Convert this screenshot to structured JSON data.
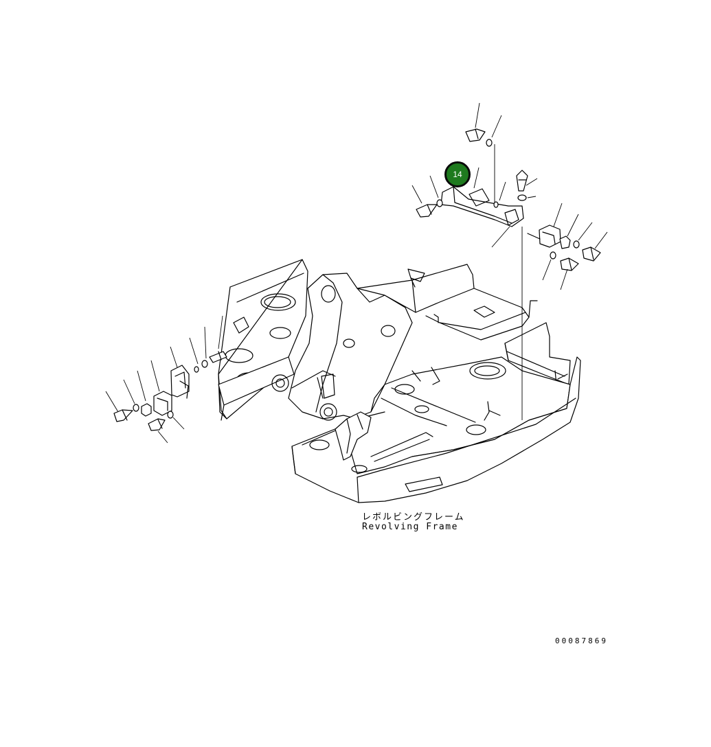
{
  "labels": {
    "frame_jp": "レボルビングフレーム",
    "frame_en": "Revolving Frame",
    "drawing_number": "00087869"
  },
  "callout": {
    "number": "14",
    "color": "#1e7a1e"
  }
}
